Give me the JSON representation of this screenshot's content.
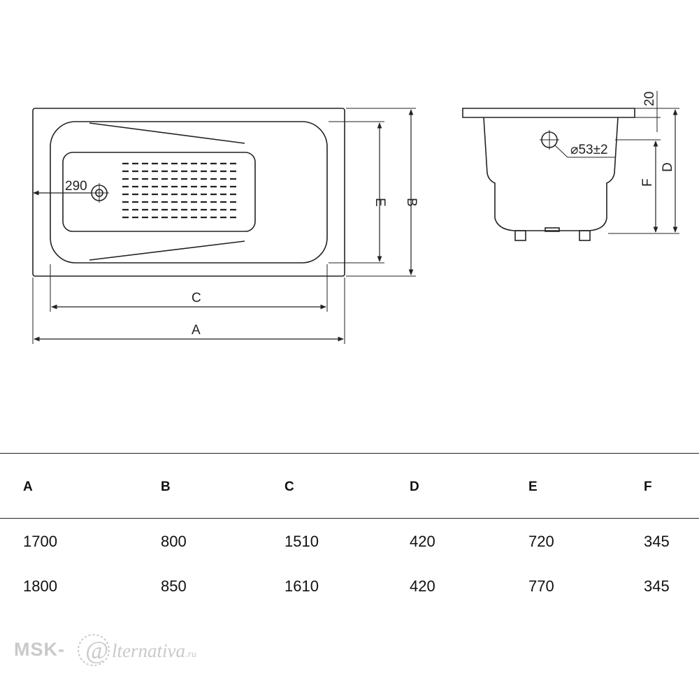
{
  "drawing": {
    "top_view": {
      "dimension_labels": {
        "overall_length": "A",
        "inner_length": "C",
        "inner_width": "E",
        "overall_width": "B",
        "drain_offset": "290"
      }
    },
    "side_view": {
      "dimension_labels": {
        "rim": "20",
        "drain": "⌀53±2",
        "drain_height": "F",
        "depth": "D"
      }
    }
  },
  "table": {
    "headers": [
      "A",
      "B",
      "C",
      "D",
      "E",
      "F"
    ],
    "rows": [
      [
        "1700",
        "800",
        "1510",
        "420",
        "720",
        "345"
      ],
      [
        "1800",
        "850",
        "1610",
        "420",
        "770",
        "345"
      ]
    ]
  },
  "watermark": {
    "left": "MSK-",
    "mark": "@",
    "right": "lternativa",
    "suffix": ".ru"
  },
  "colors": {
    "line": "#222222",
    "watermark": "#c9c9c9"
  }
}
